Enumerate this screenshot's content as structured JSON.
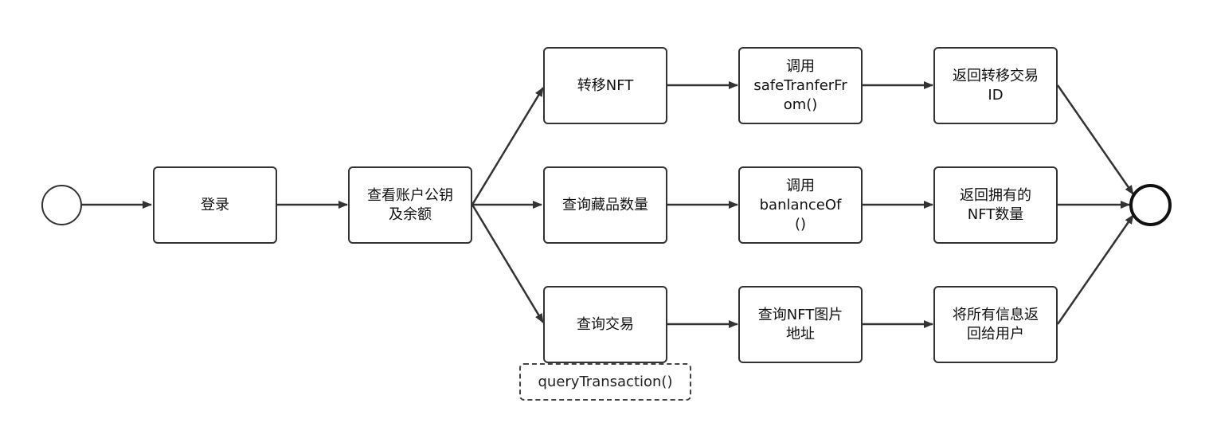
{
  "colors": {
    "stroke": "#333333",
    "background": "#ffffff"
  },
  "nodes": {
    "login": "登录",
    "view_account": "查看账户公钥\n及余额",
    "transfer_nft": "转移NFT",
    "query_collection_count": "查询藏品数量",
    "query_transaction": "查询交易",
    "call_safe_transfer": "调用\nsafeTranferFr\nom()",
    "call_balance_of": "调用\nbanlanceOf\n()",
    "query_nft_image": "查询NFT图片\n地址",
    "return_transfer_id": "返回转移交易\nID",
    "return_nft_count": "返回拥有的\nNFT数量",
    "return_all_info": "将所有信息返\n回给用户"
  },
  "annotation": {
    "query_transaction_method": "queryTransaction()"
  }
}
